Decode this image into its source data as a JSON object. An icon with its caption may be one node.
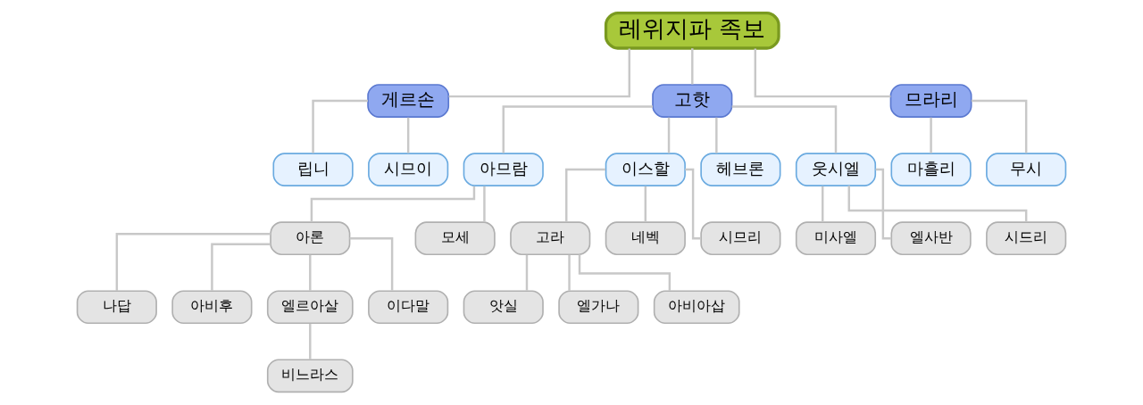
{
  "diagram": {
    "nodes": [
      {
        "text": [
          "레위지파 족보"
        ]
      },
      {
        "text": [
          "게르손"
        ]
      },
      {
        "text": [
          "고핫"
        ]
      },
      {
        "text": [
          "므라리"
        ]
      },
      {
        "text": [
          "립니"
        ]
      },
      {
        "text": [
          "시므이"
        ]
      },
      {
        "text": [
          "아므람"
        ]
      },
      {
        "text": [
          "이스할"
        ]
      },
      {
        "text": [
          "헤브론"
        ]
      },
      {
        "text": [
          "웃시엘"
        ]
      },
      {
        "text": [
          "마흘리"
        ]
      },
      {
        "text": [
          "무시"
        ]
      },
      {
        "text": [
          "아론"
        ]
      },
      {
        "text": [
          "모세"
        ]
      },
      {
        "text": [
          "고라"
        ]
      },
      {
        "text": [
          "네벡"
        ]
      },
      {
        "text": [
          "시므리"
        ]
      },
      {
        "text": [
          "미사엘"
        ]
      },
      {
        "text": [
          "엘사반"
        ]
      },
      {
        "text": [
          "시드리"
        ]
      },
      {
        "text": [
          "나답"
        ]
      },
      {
        "text": [
          "아비후"
        ]
      },
      {
        "text": [
          "엘르아살"
        ]
      },
      {
        "text": [
          "이다말"
        ]
      },
      {
        "text": [
          "앗실"
        ]
      },
      {
        "text": [
          "엘가나"
        ]
      },
      {
        "text": [
          "아비아삽"
        ]
      },
      {
        "text": [
          "비느라스"
        ]
      }
    ],
    "edges": [
      {
        "from": 0,
        "to": 1,
        "arrow": "none"
      },
      {
        "from": 0,
        "to": 2,
        "arrow": "none"
      },
      {
        "from": 0,
        "to": 3,
        "arrow": "none"
      },
      {
        "from": 1,
        "to": 4,
        "arrow": "none"
      },
      {
        "from": 1,
        "to": 5,
        "arrow": "none"
      },
      {
        "from": 2,
        "to": 6,
        "arrow": "none"
      },
      {
        "from": 2,
        "to": 7,
        "arrow": "none"
      },
      {
        "from": 2,
        "to": 8,
        "arrow": "none"
      },
      {
        "from": 2,
        "to": 9,
        "arrow": "none"
      },
      {
        "from": 3,
        "to": 10,
        "arrow": "none"
      },
      {
        "from": 3,
        "to": 11,
        "arrow": "none"
      },
      {
        "from": 6,
        "to": 12,
        "arrow": "none"
      },
      {
        "from": 6,
        "to": 13,
        "arrow": "none"
      },
      {
        "from": 7,
        "to": 14,
        "arrow": "none"
      },
      {
        "from": 7,
        "to": 15,
        "arrow": "none"
      },
      {
        "from": 7,
        "to": 16,
        "arrow": "none"
      },
      {
        "from": 9,
        "to": 17,
        "arrow": "none"
      },
      {
        "from": 9,
        "to": 18,
        "arrow": "none"
      },
      {
        "from": 9,
        "to": 19,
        "arrow": "none"
      },
      {
        "from": 12,
        "to": 20,
        "arrow": "none"
      },
      {
        "from": 12,
        "to": 21,
        "arrow": "none"
      },
      {
        "from": 12,
        "to": 22,
        "arrow": "none"
      },
      {
        "from": 12,
        "to": 23,
        "arrow": "none"
      },
      {
        "from": 14,
        "to": 24,
        "arrow": "none"
      },
      {
        "from": 14,
        "to": 25,
        "arrow": "none"
      },
      {
        "from": 14,
        "to": 26,
        "arrow": "none"
      },
      {
        "from": 22,
        "to": 27,
        "arrow": "none"
      }
    ]
  }
}
